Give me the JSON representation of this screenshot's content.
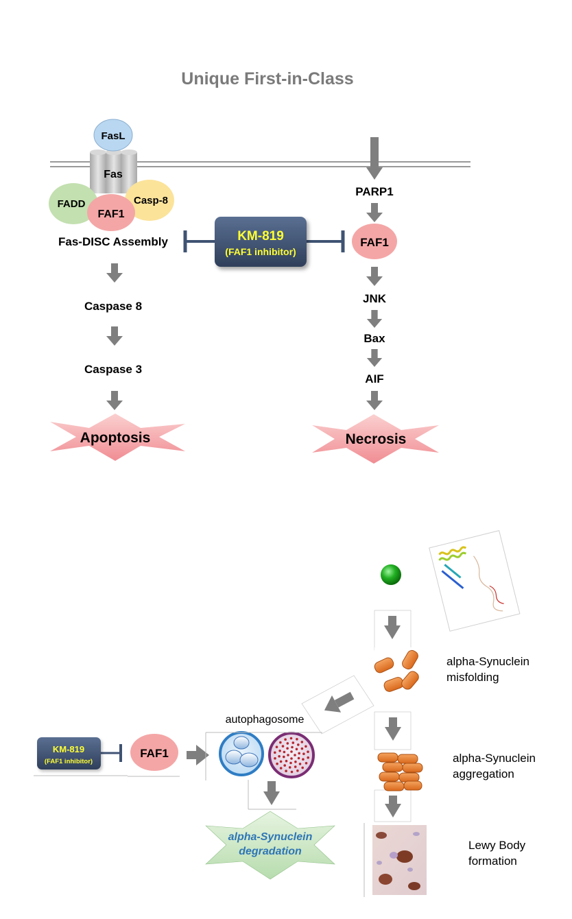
{
  "title": "Unique First-in-Class",
  "fas_complex": {
    "fasl": "FasL",
    "fas": "Fas",
    "fadd": "FADD",
    "faf1": "FAF1",
    "casp8": "Casp-8"
  },
  "left_pathway": {
    "assembly": "Fas-DISC Assembly",
    "step1": "Caspase 8",
    "step2": "Caspase 3",
    "outcome": "Apoptosis"
  },
  "inhibitor": {
    "name": "KM-819",
    "subtitle": "(FAF1 inhibitor)"
  },
  "right_pathway": {
    "parp1": "PARP1",
    "faf1": "FAF1",
    "jnk": "JNK",
    "bax": "Bax",
    "aif": "AIF",
    "outcome": "Necrosis"
  },
  "bottom": {
    "inhibitor_name": "KM-819",
    "inhibitor_subtitle": "(FAF1 inhibitor)",
    "faf1": "FAF1",
    "autophagosome": "autophagosome",
    "degradation_line1": "alpha-Synuclein",
    "degradation_line2": "degradation",
    "misfolding_line1": "alpha-Synuclein",
    "misfolding_line2": "misfolding",
    "aggregation_line1": "alpha-Synuclein",
    "aggregation_line2": "aggregation",
    "lewy_line1": "Lewy Body",
    "lewy_line2": "formation"
  },
  "colors": {
    "arrow": "#7f7f7f",
    "faf1_red": "#f4a6a6",
    "fasl_blue": "#b9d7f0",
    "fadd_green": "#c3e0b0",
    "casp8_yellow": "#fbe39a",
    "inhibitor_navy": "#3f5373",
    "inhibitor_text": "#ffff33",
    "star_red": "#f6a3a6",
    "star_green": "#cfe8c9",
    "degradation_text": "#2e75b6",
    "fiber_orange": "#e87a2a"
  }
}
